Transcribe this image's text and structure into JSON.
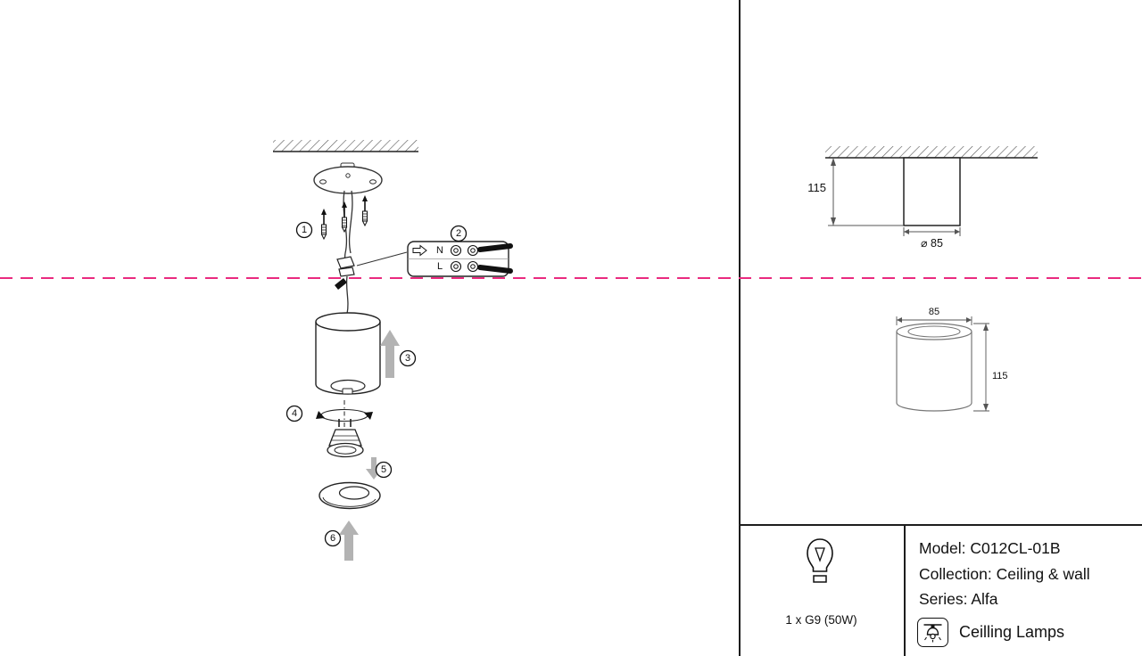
{
  "colors": {
    "dashed_line": "#ea2a7f",
    "arrow_gray": "#b3b3b3"
  },
  "steps": [
    "1",
    "2",
    "3",
    "4",
    "5",
    "6"
  ],
  "terminal": {
    "n": "N",
    "l": "L"
  },
  "dims": {
    "side_height": "115",
    "side_diameter": "⌀ 85",
    "front_width": "85",
    "front_height": "115"
  },
  "spec": {
    "bulb": "1 x G9 (50W)",
    "model": "Model: C012CL-01B",
    "collection": "Collection: Ceiling & wall",
    "series": "Series: Alfa",
    "category": "Ceilling Lamps"
  }
}
